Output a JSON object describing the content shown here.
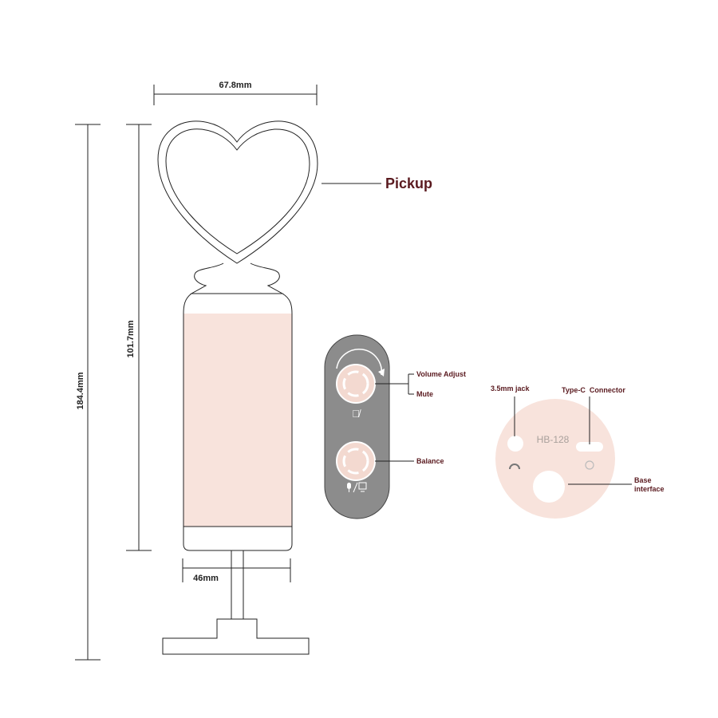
{
  "dimensions": {
    "width_top": "67.8mm",
    "total_height": "184.4mm",
    "body_height": "101.7mm",
    "body_width": "46mm"
  },
  "callouts": {
    "pickup": "Pickup",
    "volume_adjust": "Volume Adjust",
    "mute": "Mute",
    "balance": "Balance",
    "jack": "3.5mm jack",
    "type_c": "Type-C  Connector",
    "base_interface_line1": "Base",
    "base_interface_line2": "interface"
  },
  "base_plate": {
    "model": "HB-128"
  },
  "colors": {
    "accent_text": "#5a1a1f",
    "body_pink": "#f8e3dc",
    "panel_gray": "#8c8c8c"
  }
}
